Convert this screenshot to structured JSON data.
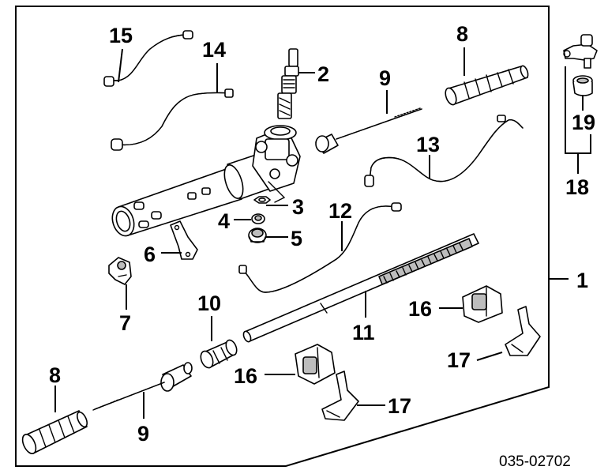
{
  "figure_code": "035-02702",
  "callouts": {
    "c1": "1",
    "c2": "2",
    "c3": "3",
    "c4": "4",
    "c5": "5",
    "c6": "6",
    "c7": "7",
    "c8a": "8",
    "c8b": "8",
    "c9a": "9",
    "c9b": "9",
    "c10": "10",
    "c11": "11",
    "c12": "12",
    "c13": "13",
    "c14": "14",
    "c15": "15",
    "c16a": "16",
    "c16b": "16",
    "c17a": "17",
    "c17b": "17",
    "c18": "18",
    "c19": "19"
  }
}
